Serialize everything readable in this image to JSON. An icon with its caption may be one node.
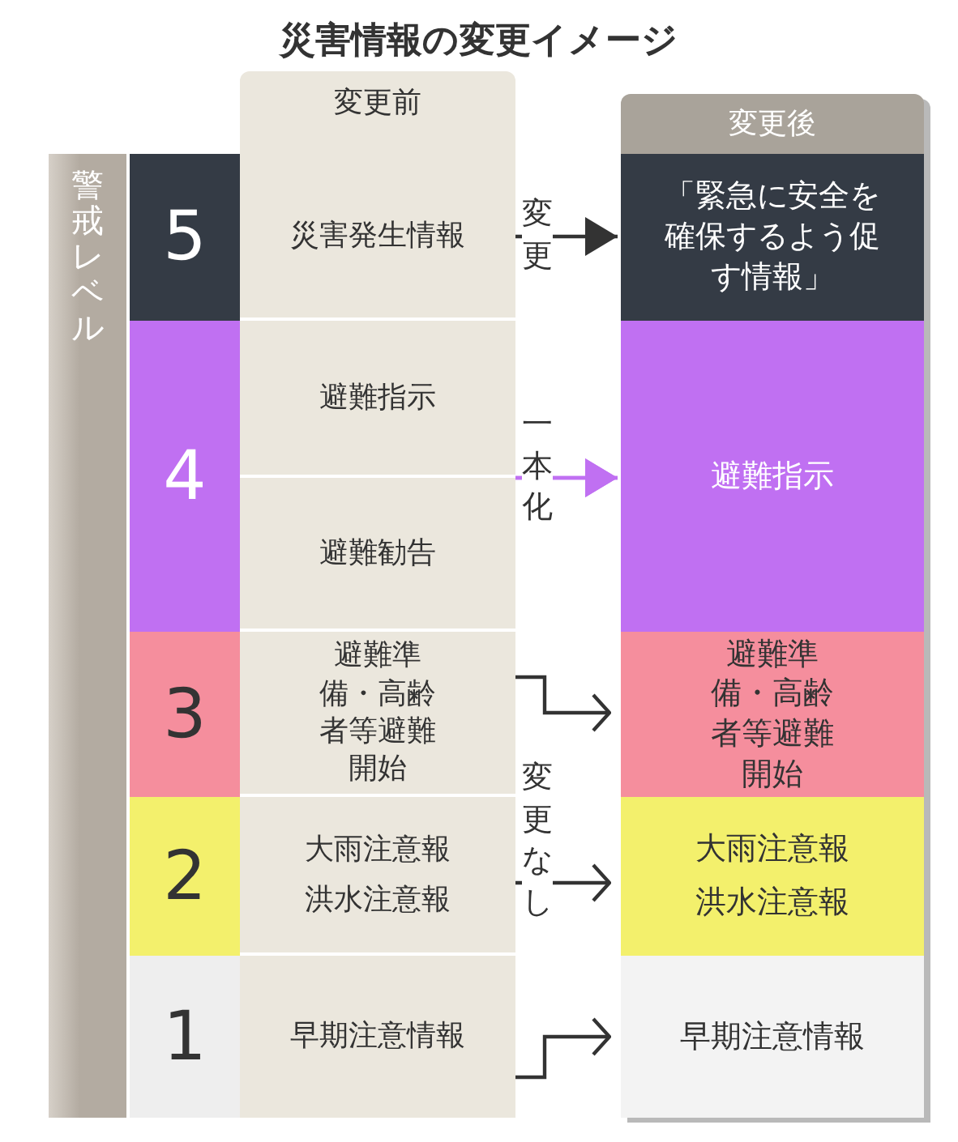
{
  "diagram": {
    "title": "災害情報の変更イメージ",
    "nodes": [
      {
        "text": [
          "変更前"
        ]
      },
      {
        "text": [
          "変更後"
        ]
      },
      {
        "text": [
          "警戒レベル"
        ]
      },
      {
        "text": [
          "5"
        ]
      },
      {
        "text": [
          "4"
        ]
      },
      {
        "text": [
          "3"
        ]
      },
      {
        "text": [
          "2"
        ]
      },
      {
        "text": [
          "1"
        ]
      },
      {
        "text": [
          "災害発生情報"
        ]
      },
      {
        "text": [
          "避難指示"
        ]
      },
      {
        "text": [
          "避難勧告"
        ]
      },
      {
        "text": [
          "避難準備・高齢者等避難開始"
        ]
      },
      {
        "text": [
          "大雨注意報",
          "洪水注意報"
        ]
      },
      {
        "text": [
          "早期注意情報"
        ]
      },
      {
        "text": [
          "「緊急に安全を確保するよう促す情報」"
        ]
      },
      {
        "text": [
          "避難指示"
        ]
      },
      {
        "text": [
          "避難準備・高齢者等避難開始"
        ]
      },
      {
        "text": [
          "大雨注意報",
          "洪水注意報"
        ]
      },
      {
        "text": [
          "早期注意情報"
        ]
      }
    ],
    "edges": [
      {
        "from": 8,
        "to": 14,
        "arrow": "to",
        "label": "変更"
      },
      {
        "from": 9,
        "to": 15,
        "arrow": "to",
        "label": "一本化",
        "color": "#c070f2"
      },
      {
        "from": 10,
        "to": 15,
        "arrow": "to",
        "color": "#c070f2"
      },
      {
        "from": 11,
        "to": 16,
        "arrow": "to"
      },
      {
        "from": 12,
        "to": 17,
        "arrow": "to",
        "label": "変更なし"
      },
      {
        "from": 13,
        "to": 18,
        "arrow": "to"
      }
    ]
  }
}
